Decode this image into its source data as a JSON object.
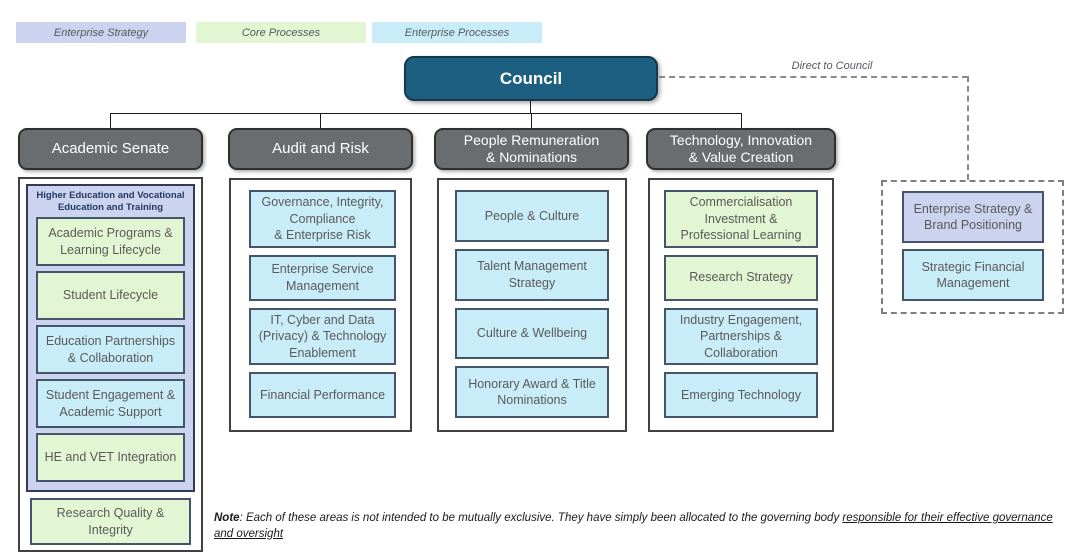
{
  "legend": {
    "items": [
      {
        "label": "Enterprise Strategy",
        "type": "strategy"
      },
      {
        "label": "Core Processes",
        "type": "core"
      },
      {
        "label": "Enterprise Processes",
        "type": "process"
      }
    ]
  },
  "council": {
    "label": "Council"
  },
  "direct": {
    "label": "Direct to Council"
  },
  "branches": [
    {
      "title": "Academic Senate",
      "subgroup": {
        "title": "Higher Education and Vocational\nEducation and Training",
        "items": [
          {
            "label": "Academic Programs &\nLearning Lifecycle",
            "type": "core"
          },
          {
            "label": "Student Lifecycle",
            "type": "core"
          },
          {
            "label": "Education Partnerships\n& Collaboration",
            "type": "process"
          },
          {
            "label": "Student Engagement &\nAcademic Support",
            "type": "process"
          },
          {
            "label": "HE and VET Integration",
            "type": "core"
          }
        ]
      },
      "extra_items": [
        {
          "label": "Research Quality &\nIntegrity",
          "type": "core"
        }
      ]
    },
    {
      "title": "Audit and Risk",
      "items": [
        {
          "label": "Governance, Integrity,\nCompliance\n& Enterprise Risk",
          "type": "process"
        },
        {
          "label": "Enterprise Service\nManagement",
          "type": "process"
        },
        {
          "label": "IT, Cyber and Data\n(Privacy) & Technology\nEnablement",
          "type": "process"
        },
        {
          "label": "Financial Performance",
          "type": "process"
        }
      ]
    },
    {
      "title": "People Remuneration\n& Nominations",
      "items": [
        {
          "label": "People & Culture",
          "type": "process"
        },
        {
          "label": "Talent Management\nStrategy",
          "type": "process"
        },
        {
          "label": "Culture & Wellbeing",
          "type": "process"
        },
        {
          "label": "Honorary Award & Title\nNominations",
          "type": "process"
        }
      ]
    },
    {
      "title": "Technology, Innovation\n& Value Creation",
      "items": [
        {
          "label": "Commercialisation\nInvestment &\nProfessional Learning",
          "type": "core"
        },
        {
          "label": "Research Strategy",
          "type": "core"
        },
        {
          "label": "Industry Engagement,\nPartnerships &\nCollaboration",
          "type": "process"
        },
        {
          "label": "Emerging Technology",
          "type": "process"
        }
      ]
    }
  ],
  "direct_box": {
    "items": [
      {
        "label": "Enterprise Strategy &\nBrand Positioning",
        "type": "strategy"
      },
      {
        "label": "Strategic Financial\nManagement",
        "type": "process"
      }
    ]
  },
  "note": {
    "label": "Note",
    "separator": ": ",
    "body": "Each of these areas is not intended to be mutually exclusive. They have simply been allocated to the governing body ",
    "underlined": "responsible for their effective governance and oversight"
  },
  "colors": {
    "council": "#1D5F80",
    "branch_header": "#6A6D70",
    "strategy": "#CCD3EE",
    "core": "#E3F6D3",
    "process": "#C9EDF8",
    "item_border": "#44546A",
    "line": "#1A1A1A",
    "dashed_line": "#8A8A8A",
    "item_text": "#595959"
  }
}
